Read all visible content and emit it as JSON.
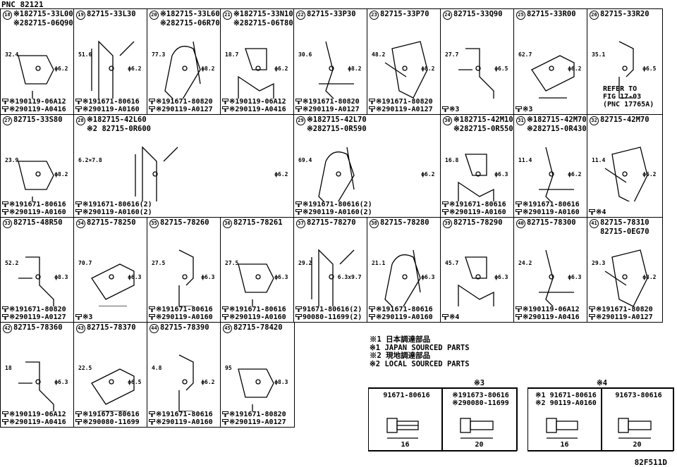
{
  "pnc": "PNC 82121",
  "diagram_code": "82F511D",
  "cells": [
    {
      "n": "18",
      "hdr": [
        "※182715-33L00",
        "※282715-06Q90"
      ],
      "ftr": [
        "※190119-06A12",
        "※290119-A0416"
      ],
      "dims": [
        "32.4",
        "ϕ6.2"
      ]
    },
    {
      "n": "19",
      "hdr": [
        "82715-33L30"
      ],
      "ftr": [
        "※191671-80616",
        "※290119-A0160"
      ],
      "dims": [
        "51.6",
        "ϕ6.2"
      ]
    },
    {
      "n": "20",
      "hdr": [
        "※182715-33L60",
        "※282715-06R70"
      ],
      "ftr": [
        "※191671-80820",
        "※290119-A0127"
      ],
      "dims": [
        "77.3",
        "ϕ8.2"
      ]
    },
    {
      "n": "21",
      "hdr": [
        "※182715-33N10",
        "※282715-06T80"
      ],
      "ftr": [
        "※190119-06A12",
        "※290119-A0416"
      ],
      "dims": [
        "18.7",
        "ϕ6.2"
      ]
    },
    {
      "n": "22",
      "hdr": [
        "82715-33P30"
      ],
      "ftr": [
        "※191671-80820",
        "※290119-A0127"
      ],
      "dims": [
        "30.6",
        "ϕ8.2"
      ]
    },
    {
      "n": "23",
      "hdr": [
        "82715-33P70"
      ],
      "ftr": [
        "※191671-80820",
        "※290119-A0127"
      ],
      "dims": [
        "48.2",
        "ϕ8.2"
      ]
    },
    {
      "n": "24",
      "hdr": [
        "82715-33Q90"
      ],
      "ftr": [
        "※3"
      ],
      "dims": [
        "27.7",
        "ϕ6.5"
      ]
    },
    {
      "n": "25",
      "hdr": [
        "82715-33R00"
      ],
      "ftr": [
        "※3"
      ],
      "dims": [
        "62.7",
        "ϕ6.2"
      ]
    },
    {
      "n": "26",
      "hdr": [
        "82715-33R20"
      ],
      "ftr": [],
      "dims": [
        "35.1",
        "ϕ6.5"
      ],
      "refer": [
        "REFER TO",
        "FIG 17-03",
        "(PNC 17765A)"
      ]
    },
    {
      "n": "27",
      "hdr": [
        "82715-33S80"
      ],
      "ftr": [
        "※191671-80616",
        "※290119-A0160"
      ],
      "dims": [
        "23.9",
        "ϕ8.2"
      ]
    },
    {
      "n": "28",
      "hdr": [
        "※182715-42L60",
        "※2 82715-0R600"
      ],
      "ftr": [
        "※191671-80616(2)",
        "※290119-A0160(2)"
      ],
      "dims": [
        "6.2×7.8",
        "ϕ6.2"
      ]
    },
    {
      "n": "29",
      "hdr": [
        "※182715-42L70",
        "※282715-0R590"
      ],
      "ftr": [
        "※191671-80616(2)",
        "※290119-A0160(2)"
      ],
      "dims": [
        "69.4",
        "ϕ6.2"
      ]
    },
    {
      "n": "30",
      "hdr": [
        "※182715-42M10",
        "※282715-0R550"
      ],
      "ftr": [
        "※191671-80616",
        "※290119-A0160"
      ],
      "dims": [
        "16.8",
        "ϕ6.3"
      ]
    },
    {
      "n": "31",
      "hdr": [
        "※182715-42M70",
        "※282715-0R430"
      ],
      "ftr": [
        "※191671-80616",
        "※290119-A0160"
      ],
      "dims": [
        "11.4",
        "ϕ6.2"
      ]
    },
    {
      "n": "32",
      "hdr": [
        "82715-42M70"
      ],
      "ftr": [
        "※4"
      ],
      "dims": [
        "11.4",
        "ϕ6.2"
      ]
    },
    {
      "n": "33",
      "hdr": [
        "82715-48R50"
      ],
      "ftr": [
        "※191671-80820",
        "※290119-A0127"
      ],
      "dims": [
        "52.2",
        "ϕ8.3"
      ]
    },
    {
      "n": "34",
      "hdr": [
        "82715-78250"
      ],
      "ftr": [
        "※3"
      ],
      "dims": [
        "70.7",
        "ϕ6.3"
      ]
    },
    {
      "n": "35",
      "hdr": [
        "82715-78260"
      ],
      "ftr": [
        "※191671-80616",
        "※290119-A0160"
      ],
      "dims": [
        "27.5",
        "ϕ6.3"
      ]
    },
    {
      "n": "36",
      "hdr": [
        "82715-78261"
      ],
      "ftr": [
        "※191671-80616",
        "※290119-A0160"
      ],
      "dims": [
        "27.5",
        "ϕ6.3"
      ]
    },
    {
      "n": "37",
      "hdr": [
        "82715-78270"
      ],
      "ftr": [
        "91671-80616(2)",
        "90080-11699(2)"
      ],
      "dims": [
        "29.2",
        "6.3x9.7"
      ]
    },
    {
      "n": "38",
      "hdr": [
        "82715-78280"
      ],
      "ftr": [
        "※191671-80616",
        "※290119-A0160"
      ],
      "dims": [
        "21.1",
        "ϕ6.3"
      ]
    },
    {
      "n": "39",
      "hdr": [
        "82715-78290"
      ],
      "ftr": [
        "※4"
      ],
      "dims": [
        "45.7",
        "ϕ6.3"
      ]
    },
    {
      "n": "40",
      "hdr": [
        "82715-78300"
      ],
      "ftr": [
        "※190119-06A12",
        "※290119-A0416"
      ],
      "dims": [
        "24.2",
        "ϕ6.3"
      ]
    },
    {
      "n": "41",
      "hdr": [
        "82715-78310",
        "82715-0EG70"
      ],
      "ftr": [
        "※191671-80820",
        "※290119-A0127"
      ],
      "dims": [
        "29.3",
        "ϕ8.2"
      ]
    },
    {
      "n": "42",
      "hdr": [
        "82715-78360"
      ],
      "ftr": [
        "※190119-06A12",
        "※290119-A0416"
      ],
      "dims": [
        "18",
        "ϕ6.3"
      ]
    },
    {
      "n": "43",
      "hdr": [
        "82715-78370"
      ],
      "ftr": [
        "※191673-80616",
        "※290080-11699"
      ],
      "dims": [
        "22.5",
        "ϕ6.5"
      ]
    },
    {
      "n": "44",
      "hdr": [
        "82715-78390"
      ],
      "ftr": [
        "※191671-80616",
        "※290119-A0160"
      ],
      "dims": [
        "4.8",
        "ϕ6.2"
      ]
    },
    {
      "n": "45",
      "hdr": [
        "82715-78420"
      ],
      "ftr": [
        "※191671-80820",
        "※290119-A0127"
      ],
      "dims": [
        "95",
        "ϕ8.3"
      ]
    }
  ],
  "legend": [
    "※1 日本調達部品",
    "※1 JAPAN SOURCED PARTS",
    "※2 現地調達部品",
    "※2 LOCAL SOURCED PARTS"
  ],
  "table3": {
    "title": "※3",
    "a_pn": [
      "91671-80616"
    ],
    "a_len": "16",
    "b_pn": [
      "※191673-80616",
      "※290080-11699"
    ],
    "b_len": "20"
  },
  "table4": {
    "title": "※4",
    "a_pn": [
      "※1 91671-80616",
      "※2 90119-A0160"
    ],
    "a_len": "16",
    "b_pn": [
      "91673-80616"
    ],
    "b_len": "20"
  }
}
